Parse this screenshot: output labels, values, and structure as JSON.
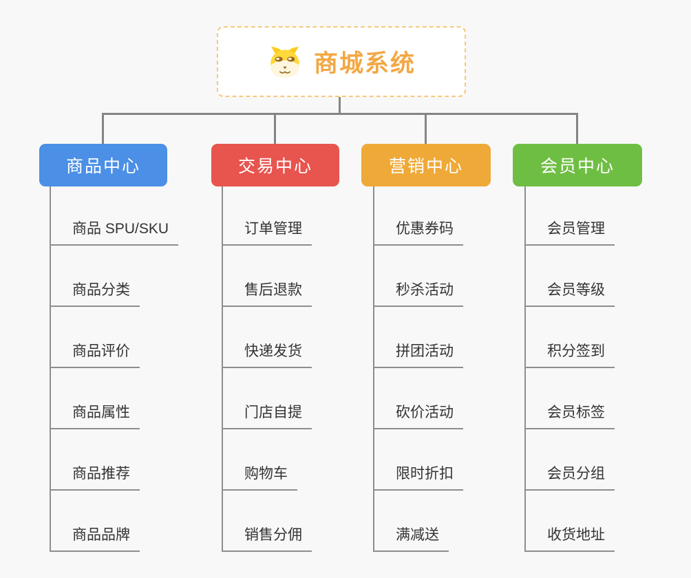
{
  "page": {
    "background": "#f8f8f8",
    "connector_color": "#848484",
    "leaf_line_color": "#8d8d8d",
    "leaf_text_color": "#333333"
  },
  "root": {
    "title": "商城系统",
    "icon": "dog-face-icon",
    "title_color": "#f2a844",
    "border_color": "#f6c87c",
    "background": "#ffffff"
  },
  "branches": [
    {
      "label": "商品中心",
      "color": "#4b8fe6",
      "children": [
        "商品 SPU/SKU",
        "商品分类",
        "商品评价",
        "商品属性",
        "商品推荐",
        "商品品牌"
      ]
    },
    {
      "label": "交易中心",
      "color": "#e8544e",
      "children": [
        "订单管理",
        "售后退款",
        "快递发货",
        "门店自提",
        "购物车",
        "销售分佣"
      ]
    },
    {
      "label": "营销中心",
      "color": "#efa938",
      "children": [
        "优惠券码",
        "秒杀活动",
        "拼团活动",
        "砍价活动",
        "限时折扣",
        "满减送"
      ]
    },
    {
      "label": "会员中心",
      "color": "#6fbe44",
      "children": [
        "会员管理",
        "会员等级",
        "积分签到",
        "会员标签",
        "会员分组",
        "收货地址"
      ]
    }
  ]
}
